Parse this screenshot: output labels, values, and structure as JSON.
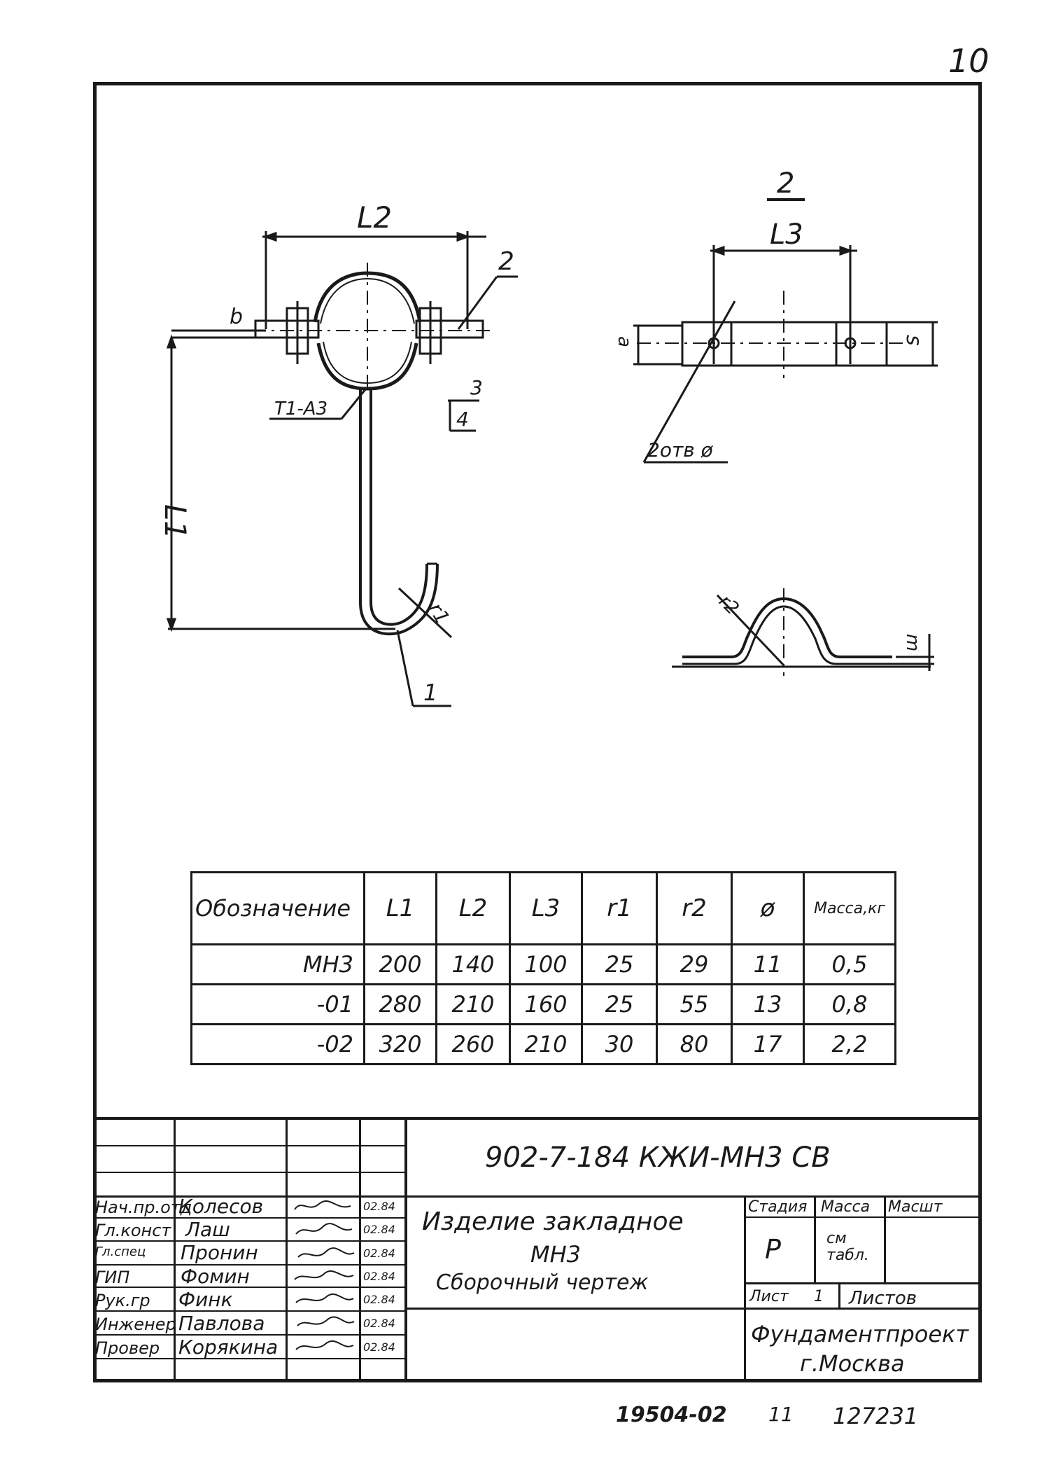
{
  "sheet_number": "10",
  "drawing": {
    "view_label": "2",
    "dims": {
      "l1": "L1",
      "l2": "L2",
      "l3": "L3",
      "b": "b",
      "r1": "r1",
      "r2": "r2",
      "a": "a",
      "s": "s",
      "m": "m"
    },
    "callouts": {
      "part1": "1",
      "part2": "2",
      "weld": "T1-A3",
      "section_num": "3",
      "section_sheet": "4",
      "holes": "2отв ø"
    }
  },
  "table": {
    "headers": [
      "Обозначение",
      "L1",
      "L2",
      "L3",
      "r1",
      "r2",
      "ø",
      "Масса,кг"
    ],
    "rows": [
      [
        "МН3",
        "200",
        "140",
        "100",
        "25",
        "29",
        "11",
        "0,5"
      ],
      [
        "-01",
        "280",
        "210",
        "160",
        "25",
        "55",
        "13",
        "0,8"
      ],
      [
        "-02",
        "320",
        "260",
        "210",
        "30",
        "80",
        "17",
        "2,2"
      ]
    ]
  },
  "title_block": {
    "code": "902-7-184   КЖИ-МН3 СВ",
    "title_line1": "Изделие закладное",
    "title_line2": "МН3",
    "title_line3": "Сборочный чертеж",
    "stage_header": "Стадия",
    "mass_header": "Масса",
    "scale_header": "Масшт",
    "stage": "Р",
    "mass_value": "см табл.",
    "sheet_label": "Лист",
    "sheet_value": "1",
    "sheets_label": "Листов",
    "org_line1": "Фундаментпроект",
    "org_line2": "г.Москва",
    "signatures": [
      {
        "role": "Нач.пр.отд",
        "name": "Колесов",
        "date": "02.84"
      },
      {
        "role": "Гл.конст",
        "name": "Лаш",
        "date": "02.84"
      },
      {
        "role": "Гл.спец",
        "name": "Пронин",
        "date": "02.84"
      },
      {
        "role": "ГИП",
        "name": "Фомин",
        "date": "02.84"
      },
      {
        "role": "Рук.гр",
        "name": "Финк",
        "date": "02.84"
      },
      {
        "role": "Инженер",
        "name": "Павлова",
        "date": "02.84"
      },
      {
        "role": "Провер",
        "name": "Корякина",
        "date": "02.84"
      }
    ]
  },
  "footer": {
    "order": "19504-02",
    "format": "11",
    "inventory": "127231"
  }
}
